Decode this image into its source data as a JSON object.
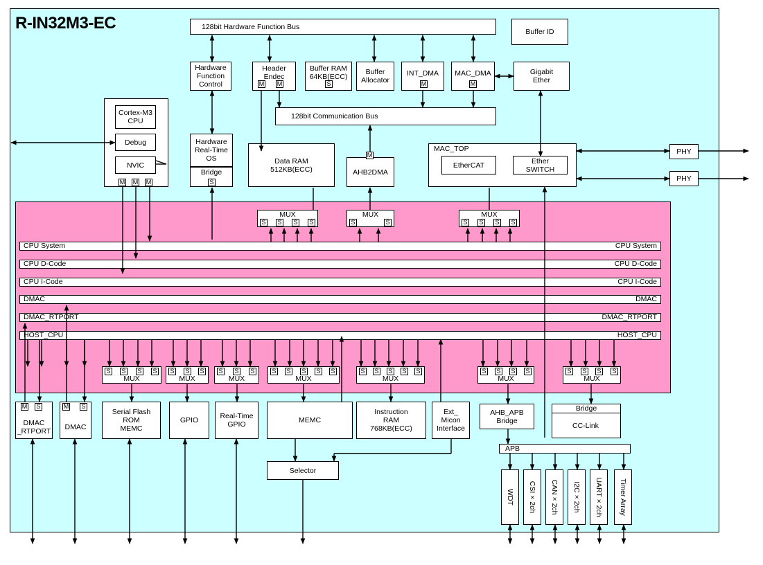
{
  "title": "R-IN32M3-EC",
  "blocks": {
    "hw_func_bus": "128bit Hardware Function Bus",
    "buffer_id": "Buffer ID",
    "hw_func_ctrl": "Hardware\nFunction\nControl",
    "header_endec": "Header\nEndec",
    "buffer_ram": "Buffer RAM\n64KB(ECC)",
    "buffer_alloc": "Buffer\nAllocator",
    "int_dma": "INT_DMA",
    "mac_dma": "MAC_DMA",
    "gigabit_ether": "Gigabit\nEther",
    "comm_bus": "128bit Communication Bus",
    "cortex_cpu": "Cortex-M3\nCPU",
    "debug": "Debug",
    "nvic": "NVIC",
    "hw_rtos": "Hardware\nReal-Time\nOS",
    "bridge": "Bridge",
    "data_ram": "Data RAM\n512KB(ECC)",
    "ahb2dma": "AHB2DMA",
    "mac_top": "MAC_TOP",
    "ethercat": "EtherCAT",
    "ether_switch": "Ether\nSWITCH",
    "phy1": "PHY",
    "phy2": "PHY",
    "dmac_rtport": "DMAC\n_RTPORT",
    "dmac": "DMAC",
    "serial_flash": "Serial Flash\nROM\nMEMC",
    "gpio": "GPIO",
    "rt_gpio": "Real-Time\nGPIO",
    "memc": "MEMC",
    "instr_ram": "Instruction\nRAM\n768KB(ECC)",
    "ext_micon": "Ext_\nMicon\nInterface",
    "ahb_apb": "AHB_APB\nBridge",
    "cc_link_bridge": "Bridge",
    "cc_link": "CC-Link",
    "selector": "Selector",
    "apb": "APB"
  },
  "buses": [
    {
      "left": "CPU System",
      "right": "CPU System"
    },
    {
      "left": "CPU D-Code",
      "right": "CPU D-Code"
    },
    {
      "left": "CPU I-Code",
      "right": "CPU I-Code"
    },
    {
      "left": "DMAC",
      "right": "DMAC"
    },
    {
      "left": "DMAC_RTPORT",
      "right": "DMAC_RTPORT"
    },
    {
      "left": "HOST_CPU",
      "right": "HOST_CPU"
    }
  ],
  "peripherals": [
    "WDT",
    "CSI × 2ch",
    "CAN × 2ch",
    "I2C × 2ch",
    "UART × 2ch",
    "Timer Array"
  ],
  "port_labels": {
    "mux": "MUX",
    "slave": "S",
    "master": "M"
  }
}
